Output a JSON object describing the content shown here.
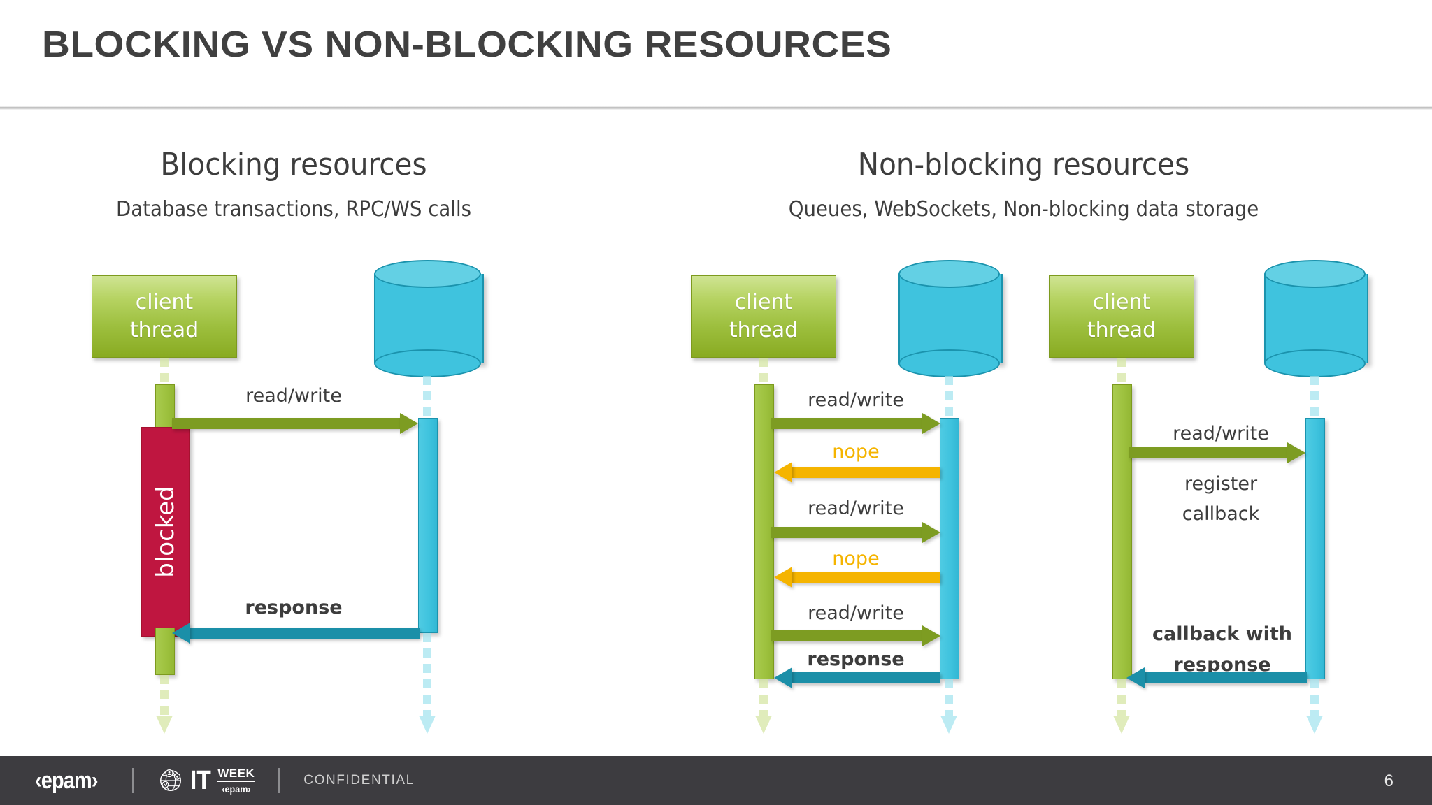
{
  "slide": {
    "title": "BLOCKING VS NON-BLOCKING RESOURCES",
    "page_number": "6"
  },
  "sections": {
    "left": {
      "title": "Blocking resources",
      "subtitle": "Database transactions, RPC/WS calls"
    },
    "right": {
      "title": "Non-blocking resources",
      "subtitle": "Queues, WebSockets, Non-blocking data storage"
    }
  },
  "diagrams": {
    "blocking": {
      "actor_label": "client\nthread",
      "actor_line1": "client",
      "actor_line2": "thread",
      "blocked_label": "blocked",
      "messages": [
        {
          "label": "read/write",
          "direction": "right",
          "color": "#7d9c22",
          "bold": false
        },
        {
          "label": "response",
          "direction": "left",
          "color": "#1b8fa8",
          "bold": true
        }
      ]
    },
    "polling": {
      "actor_line1": "client",
      "actor_line2": "thread",
      "messages": [
        {
          "label": "read/write",
          "direction": "right",
          "color": "#7d9c22",
          "bold": false
        },
        {
          "label": "nope",
          "direction": "left",
          "color": "#f5b400",
          "bold": false
        },
        {
          "label": "read/write",
          "direction": "right",
          "color": "#7d9c22",
          "bold": false
        },
        {
          "label": "nope",
          "direction": "left",
          "color": "#f5b400",
          "bold": false
        },
        {
          "label": "read/write",
          "direction": "right",
          "color": "#7d9c22",
          "bold": false
        },
        {
          "label": "response",
          "direction": "left",
          "color": "#1b8fa8",
          "bold": true
        }
      ]
    },
    "callback": {
      "actor_line1": "client",
      "actor_line2": "thread",
      "messages": [
        {
          "label": "read/write",
          "direction": "right",
          "color": "#7d9c22",
          "bold": false
        }
      ],
      "note_line1": "register",
      "note_line2": "callback",
      "callback_line1": "callback with",
      "callback_line2": "response"
    }
  },
  "footer": {
    "brand": "‹epam›",
    "event_it": "IT",
    "event_week": "WEEK",
    "event_epam": "‹epam›",
    "confidential": "CONFIDENTIAL"
  },
  "colors": {
    "title": "#404040",
    "actor_green": "#9dbf3e",
    "db_cyan": "#3fc3de",
    "blocked_red": "#bf1640",
    "arrow_green": "#7d9c22",
    "arrow_teal": "#1b8fa8",
    "arrow_amber": "#f5b400",
    "footer_bar": "#3d3c40"
  }
}
